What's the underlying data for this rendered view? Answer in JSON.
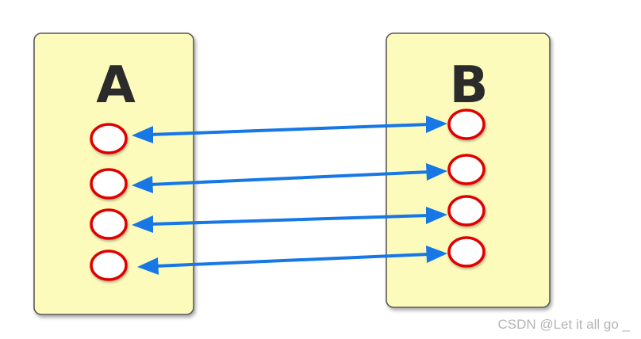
{
  "boxes": {
    "left": {
      "label": "A",
      "fill": "#fdfbbc",
      "stroke": "#5a5a5a",
      "label_color": "#2b2b2b"
    },
    "right": {
      "label": "B",
      "fill": "#fdfbbc",
      "stroke": "#5a5a5a",
      "label_color": "#2b2b2b"
    }
  },
  "ports": {
    "count_per_box": 4,
    "fill": "#ffffff",
    "stroke": "#e00000"
  },
  "connections": {
    "count": 4,
    "style": "bidirectional-arrow",
    "color": "#1677e5"
  },
  "watermark": {
    "text": "CSDN @Let it all go _"
  }
}
